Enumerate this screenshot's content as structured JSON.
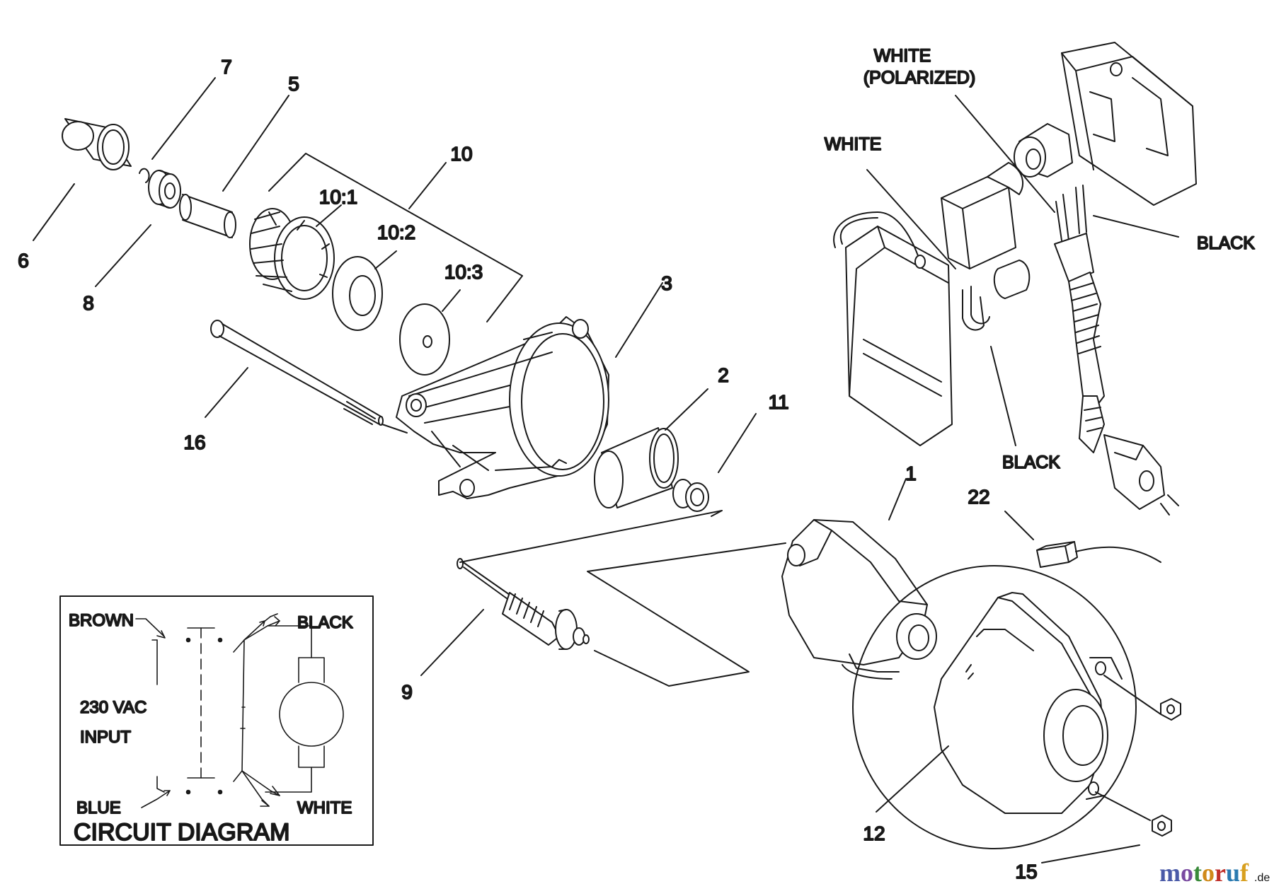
{
  "part_labels": {
    "p1": "1",
    "p2": "2",
    "p3": "3",
    "p5": "5",
    "p6": "6",
    "p7": "7",
    "p8": "8",
    "p9": "9",
    "p10": "10",
    "p10_1": "10:1",
    "p10_2": "10:2",
    "p10_3": "10:3",
    "p11": "11",
    "p12": "12",
    "p15": "15",
    "p16": "16",
    "p22": "22"
  },
  "wire_labels": {
    "white_polarized_line1": "WHITE",
    "white_polarized_line2": "(POLARIZED)",
    "white": "WHITE",
    "black_upper": "BLACK",
    "black_lower": "BLACK"
  },
  "circuit": {
    "brown": "BROWN",
    "black": "BLACK",
    "voltage_line1": "230 VAC",
    "voltage_line2": "INPUT",
    "blue": "BLUE",
    "white": "WHITE",
    "title": "CIRCUIT DIAGRAM"
  },
  "watermark": {
    "brand": "motoruf",
    "tld": ".de",
    "colors": {
      "m": "#4a5aa8",
      "o1": "#7a4aa0",
      "t": "#3a8a3a",
      "o2": "#d08a1a",
      "r": "#c0302a",
      "u": "#2a7ab0",
      "f": "#d8a020"
    }
  }
}
